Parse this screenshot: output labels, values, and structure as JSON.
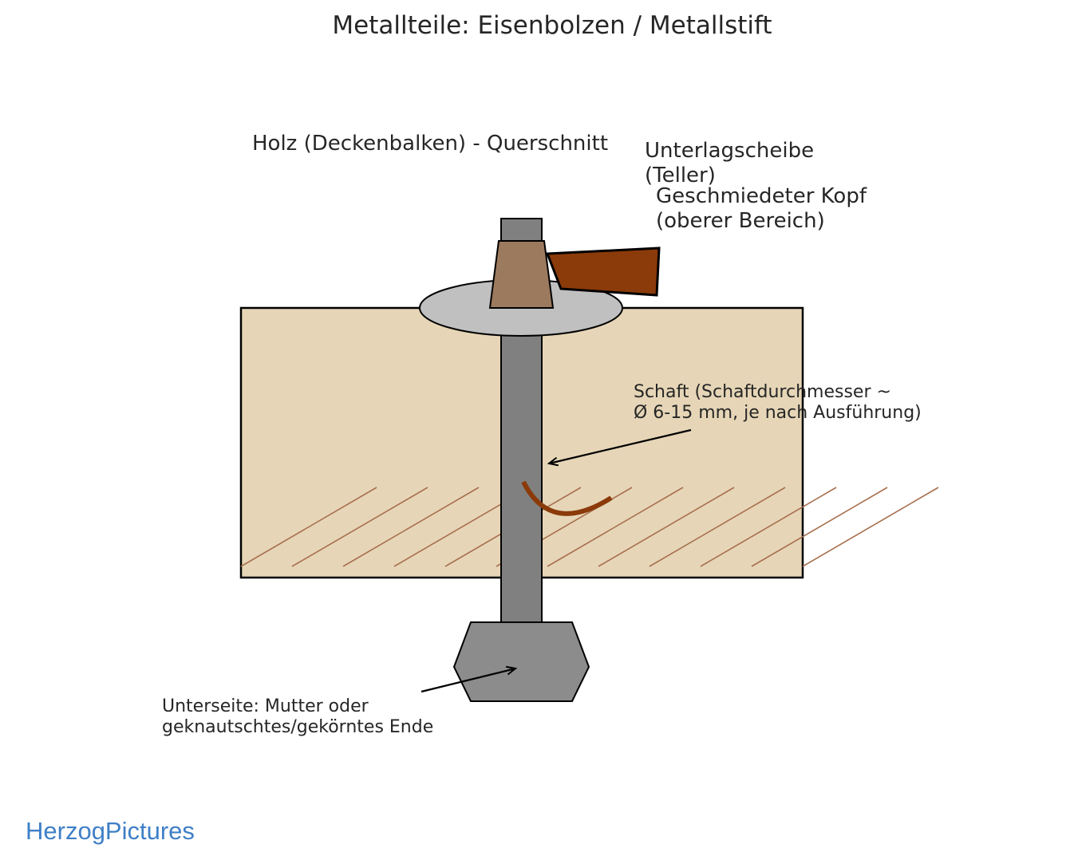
{
  "title": "Metallteile: Eisenbolzen / Metallstift",
  "labels": {
    "holz": "Holz (Deckenbalken) - Querschnitt",
    "teller": [
      "Unterlagscheibe",
      "(Teller)"
    ],
    "kopf": [
      "Geschmiedeter Kopf",
      "(oberer Bereich)"
    ],
    "schaft": [
      "Schaft (Schaftdurchmesser ~",
      "Ø 6-15 mm, je nach Ausführung)"
    ],
    "unterseite": [
      "Unterseite: Mutter oder",
      "geknautschtes/gekörntes Ende"
    ]
  },
  "watermark": "HerzogPictures",
  "colors": {
    "wood": "#e6d6b7",
    "wood_grain": "#a87050",
    "washer": "#c0c0c0",
    "shaft": "#808080",
    "nut": "#8c8c8c",
    "head": "#9c7a5e",
    "rust": "#8b3a0a",
    "outline": "#000000",
    "watermark": "#3f7fc7"
  }
}
